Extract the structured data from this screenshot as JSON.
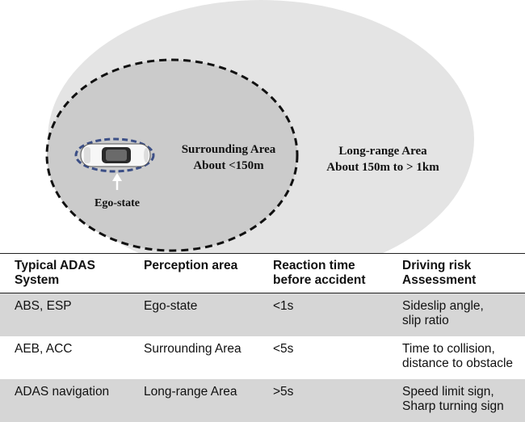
{
  "diagram": {
    "surrounding_title": "Surrounding Area",
    "surrounding_range": "About <150m",
    "longrange_title": "Long-range Area",
    "longrange_range": "About 150m to > 1km",
    "ego_label": "Ego-state",
    "colors": {
      "outer_area": "#e4e4e4",
      "inner_area": "#cbcbcb",
      "ego_outline": "#3c4f86"
    }
  },
  "table": {
    "headers": [
      [
        "Typical ADAS",
        "System"
      ],
      [
        "Perception area"
      ],
      [
        "Reaction time",
        "before accident"
      ],
      [
        "Driving risk",
        "Assessment"
      ]
    ],
    "rows": [
      {
        "system": "ABS, ESP",
        "area": "Ego-state",
        "reaction": "<1s",
        "risk": [
          "Sideslip angle,",
          "slip ratio"
        ]
      },
      {
        "system": "AEB, ACC",
        "area": "Surrounding Area",
        "reaction": "<5s",
        "risk": [
          "Time to collision,",
          "distance to obstacle"
        ]
      },
      {
        "system": "ADAS navigation",
        "area": "Long-range Area",
        "reaction": ">5s",
        "risk": [
          "Speed limit sign,",
          "Sharp turning sign"
        ]
      }
    ]
  }
}
